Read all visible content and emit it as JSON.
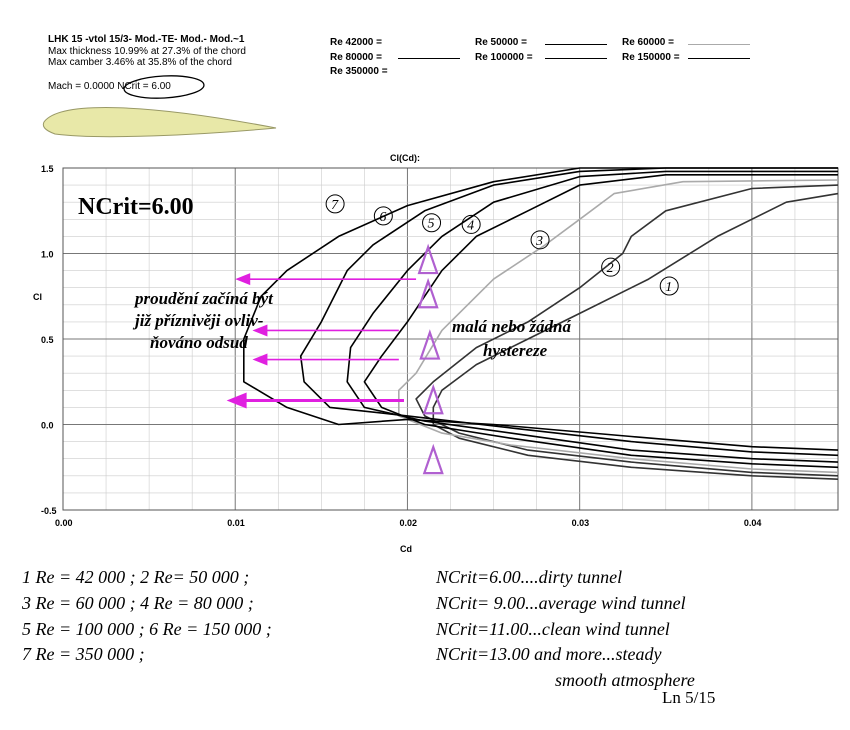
{
  "header": {
    "title": "LHK 15 -vtol 15/3- Mod.-TE- Mod.- Mod.~1",
    "line1": "Max thickness 10.99% at 27.3% of the chord",
    "line2": "Max camber 3.46% at 35.8% of the chord",
    "mach": "Mach = 0.0000",
    "ncrit": "NCrit = 6.00"
  },
  "legend": [
    {
      "label": "Re 42000 =",
      "color": ""
    },
    {
      "label": "Re 80000 =",
      "color": "#000000"
    },
    {
      "label": "Re 350000 =",
      "color": ""
    },
    {
      "label": "Re 50000 =",
      "color": "#000000"
    },
    {
      "label": "Re 100000 =",
      "color": "#000000"
    },
    {
      "label": "Re 60000 =",
      "color": "#aaaaaa"
    },
    {
      "label": "Re 150000 =",
      "color": "#000000"
    }
  ],
  "chart_data": {
    "type": "line",
    "title": "Cl(Cd):",
    "xlabel": "Cd",
    "ylabel": "Cl",
    "xlim": [
      0.0,
      0.045
    ],
    "ylim": [
      -0.5,
      1.5
    ],
    "xticks": [
      "0.00",
      "0.01",
      "0.02",
      "0.03",
      "0.04"
    ],
    "yticks": [
      "-0.5",
      "0.0",
      "0.5",
      "1.0",
      "1.5"
    ],
    "grid": true,
    "series": [
      {
        "label": "1",
        "color": "#333333",
        "points": [
          [
            0.045,
            -0.32
          ],
          [
            0.04,
            -0.3
          ],
          [
            0.033,
            -0.25
          ],
          [
            0.027,
            -0.18
          ],
          [
            0.023,
            -0.08
          ],
          [
            0.0215,
            0.0
          ],
          [
            0.0215,
            0.1
          ],
          [
            0.022,
            0.2
          ],
          [
            0.024,
            0.35
          ],
          [
            0.027,
            0.5
          ],
          [
            0.03,
            0.65
          ],
          [
            0.034,
            0.85
          ],
          [
            0.038,
            1.1
          ],
          [
            0.042,
            1.3
          ],
          [
            0.045,
            1.35
          ]
        ]
      },
      {
        "label": "2",
        "color": "#333333",
        "points": [
          [
            0.045,
            -0.3
          ],
          [
            0.04,
            -0.28
          ],
          [
            0.033,
            -0.22
          ],
          [
            0.027,
            -0.15
          ],
          [
            0.023,
            -0.05
          ],
          [
            0.021,
            0.05
          ],
          [
            0.0205,
            0.15
          ],
          [
            0.0215,
            0.25
          ],
          [
            0.024,
            0.45
          ],
          [
            0.027,
            0.6
          ],
          [
            0.03,
            0.8
          ],
          [
            0.0325,
            1.0
          ],
          [
            0.033,
            1.1
          ],
          [
            0.035,
            1.25
          ],
          [
            0.04,
            1.38
          ],
          [
            0.045,
            1.4
          ]
        ]
      },
      {
        "label": "3",
        "color": "#aaaaaa",
        "points": [
          [
            0.045,
            -0.28
          ],
          [
            0.04,
            -0.26
          ],
          [
            0.033,
            -0.2
          ],
          [
            0.026,
            -0.12
          ],
          [
            0.022,
            -0.05
          ],
          [
            0.0195,
            0.05
          ],
          [
            0.0195,
            0.2
          ],
          [
            0.0205,
            0.3
          ],
          [
            0.022,
            0.55
          ],
          [
            0.025,
            0.85
          ],
          [
            0.028,
            1.05
          ],
          [
            0.03,
            1.2
          ],
          [
            0.032,
            1.35
          ],
          [
            0.036,
            1.42
          ],
          [
            0.045,
            1.43
          ]
        ]
      },
      {
        "label": "4",
        "color": "#000000",
        "points": [
          [
            0.045,
            -0.25
          ],
          [
            0.04,
            -0.23
          ],
          [
            0.033,
            -0.18
          ],
          [
            0.026,
            -0.08
          ],
          [
            0.021,
            0.0
          ],
          [
            0.0185,
            0.1
          ],
          [
            0.0175,
            0.25
          ],
          [
            0.0185,
            0.4
          ],
          [
            0.02,
            0.6
          ],
          [
            0.022,
            0.9
          ],
          [
            0.024,
            1.1
          ],
          [
            0.027,
            1.25
          ],
          [
            0.03,
            1.4
          ],
          [
            0.035,
            1.46
          ],
          [
            0.045,
            1.46
          ]
        ]
      },
      {
        "label": "5",
        "color": "#000000",
        "points": [
          [
            0.045,
            -0.22
          ],
          [
            0.04,
            -0.2
          ],
          [
            0.033,
            -0.15
          ],
          [
            0.026,
            -0.05
          ],
          [
            0.021,
            0.02
          ],
          [
            0.0175,
            0.1
          ],
          [
            0.0165,
            0.25
          ],
          [
            0.0167,
            0.45
          ],
          [
            0.018,
            0.65
          ],
          [
            0.02,
            0.9
          ],
          [
            0.022,
            1.1
          ],
          [
            0.025,
            1.3
          ],
          [
            0.03,
            1.45
          ],
          [
            0.035,
            1.48
          ],
          [
            0.045,
            1.48
          ]
        ]
      },
      {
        "label": "6",
        "color": "#000000",
        "points": [
          [
            0.045,
            -0.18
          ],
          [
            0.04,
            -0.16
          ],
          [
            0.033,
            -0.1
          ],
          [
            0.026,
            -0.02
          ],
          [
            0.02,
            0.05
          ],
          [
            0.0155,
            0.1
          ],
          [
            0.014,
            0.25
          ],
          [
            0.0138,
            0.4
          ],
          [
            0.015,
            0.6
          ],
          [
            0.0165,
            0.9
          ],
          [
            0.018,
            1.05
          ],
          [
            0.021,
            1.25
          ],
          [
            0.025,
            1.4
          ],
          [
            0.03,
            1.48
          ],
          [
            0.035,
            1.5
          ],
          [
            0.045,
            1.5
          ]
        ]
      },
      {
        "label": "7",
        "color": "#000000",
        "points": [
          [
            0.045,
            -0.15
          ],
          [
            0.04,
            -0.13
          ],
          [
            0.033,
            -0.07
          ],
          [
            0.025,
            0.0
          ],
          [
            0.02,
            0.03
          ],
          [
            0.016,
            0.0
          ],
          [
            0.013,
            0.1
          ],
          [
            0.0105,
            0.25
          ],
          [
            0.0105,
            0.5
          ],
          [
            0.0115,
            0.75
          ],
          [
            0.013,
            0.9
          ],
          [
            0.016,
            1.1
          ],
          [
            0.02,
            1.28
          ],
          [
            0.025,
            1.42
          ],
          [
            0.03,
            1.5
          ],
          [
            0.045,
            1.5
          ]
        ]
      }
    ],
    "annotations": {
      "ncrit": "NCrit=6.00",
      "left_note": [
        "proudění začíná být",
        "již příznivěji ovliv-",
        "ňováno odsud"
      ],
      "right_note": [
        "malá nebo žádná",
        "hystereze"
      ],
      "arrows": [
        {
          "from": [
            0.0205,
            0.85
          ],
          "to": [
            0.01,
            0.85
          ]
        },
        {
          "from": [
            0.0195,
            0.55
          ],
          "to": [
            0.011,
            0.55
          ]
        },
        {
          "from": [
            0.0195,
            0.38
          ],
          "to": [
            0.011,
            0.38
          ]
        },
        {
          "from": [
            0.0198,
            0.14
          ],
          "to": [
            0.0095,
            0.14
          ]
        }
      ],
      "triangles": [
        [
          0.0212,
          0.95
        ],
        [
          0.0212,
          0.75
        ],
        [
          0.0213,
          0.45
        ],
        [
          0.0215,
          0.13
        ],
        [
          0.0215,
          -0.22
        ]
      ],
      "arrow_color": "#e020e0",
      "triangle_color": "#b060d0"
    }
  },
  "bottom_left": [
    "1  Re = 42 000 ;   2  Re= 50 000  ;",
    "3  Re = 60 000 ;   4  Re = 80 000 ;",
    "5  Re = 100 000 ;  6  Re = 150 000 ;",
    "7  Re = 350 000 ;"
  ],
  "bottom_right": [
    "NCrit=6.00....dirty tunnel",
    "NCrit= 9.00...average wind tunnel",
    "NCrit=11.00...clean wind tunnel",
    "NCrit=13.00 and more...steady",
    "smooth atmosphere"
  ],
  "page": "Ln 5/15"
}
